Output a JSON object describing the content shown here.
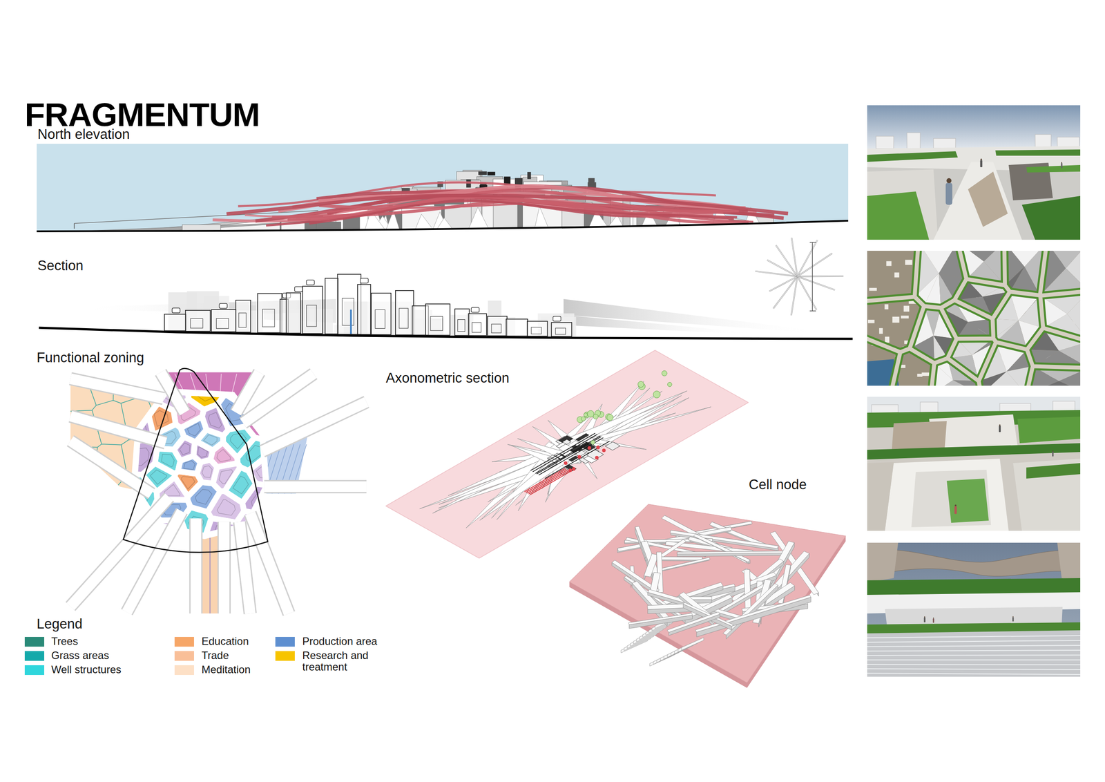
{
  "diagram": {
    "title": "FRAGMENTUM",
    "labels": [
      "North elevation",
      "Section",
      "Functional zoning",
      "Axonometric section",
      "Cell node",
      "Legend"
    ],
    "legend": [
      {
        "text": "Trees",
        "color": "#2a8a78"
      },
      {
        "text": "Grass areas",
        "color": "#14a9aa"
      },
      {
        "text": "Well structures",
        "color": "#2fd6dc"
      },
      {
        "text": "Education",
        "color": "#f6a667"
      },
      {
        "text": "Trade",
        "color": "#f9bf98"
      },
      {
        "text": "Meditation",
        "color": "#fde0c6"
      },
      {
        "text": "Production area",
        "color": "#5e8fd0"
      },
      {
        "text": "Research and treatment",
        "color": "#f7c400"
      }
    ]
  }
}
